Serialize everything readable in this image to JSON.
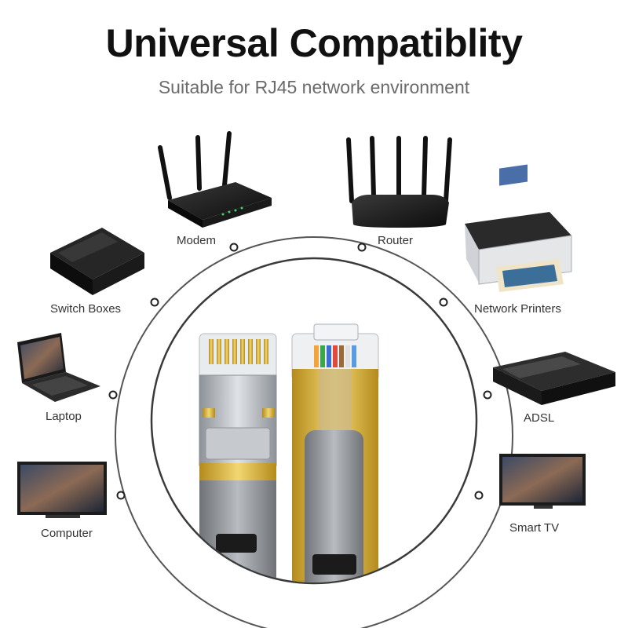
{
  "header": {
    "title": "Universal Compatiblity",
    "subtitle": "Suitable for RJ45 network environment"
  },
  "devices": {
    "modem": "Modem",
    "router": "Router",
    "switch_boxes": "Switch Boxes",
    "network_printers": "Network Printers",
    "laptop": "Laptop",
    "adsl": "ADSL",
    "computer": "Computer",
    "smart_tv": "Smart TV"
  },
  "colors": {
    "gold": "#d8b23a",
    "connector_metal": "#b9bec4",
    "cable_gray": "#8e9297",
    "ring": "#444444"
  }
}
